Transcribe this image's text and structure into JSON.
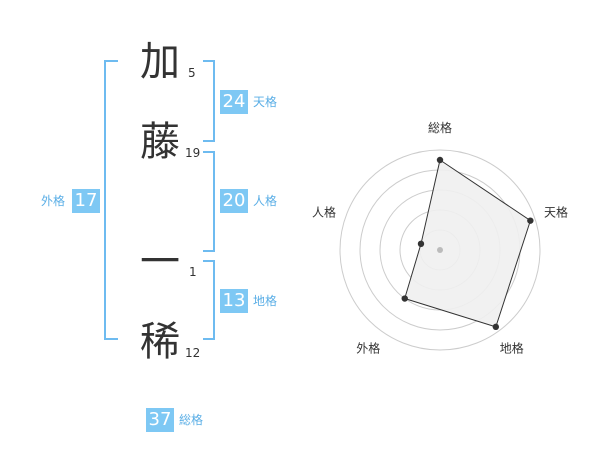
{
  "name_chars": [
    {
      "char": "加",
      "strokes": "5"
    },
    {
      "char": "藤",
      "strokes": "19"
    },
    {
      "char": "一",
      "strokes": "1"
    },
    {
      "char": "稀",
      "strokes": "12"
    }
  ],
  "kakusu": {
    "tenkaku": {
      "value": "24",
      "label": "天格"
    },
    "jinkaku": {
      "value": "20",
      "label": "人格"
    },
    "chikaku": {
      "value": "13",
      "label": "地格"
    },
    "gaikaku": {
      "value": "17",
      "label": "外格"
    },
    "soukaku": {
      "value": "37",
      "label": "総格"
    }
  },
  "chart_data": {
    "type": "radar",
    "axes": [
      "総格",
      "天格",
      "地格",
      "外格",
      "人格"
    ],
    "values": [
      0.9,
      0.95,
      0.95,
      0.6,
      0.2
    ],
    "rings": 5,
    "colors": {
      "fill": "#efefef",
      "line": "#333333",
      "grid": "#cccccc",
      "center": "#bbbbbb"
    }
  }
}
